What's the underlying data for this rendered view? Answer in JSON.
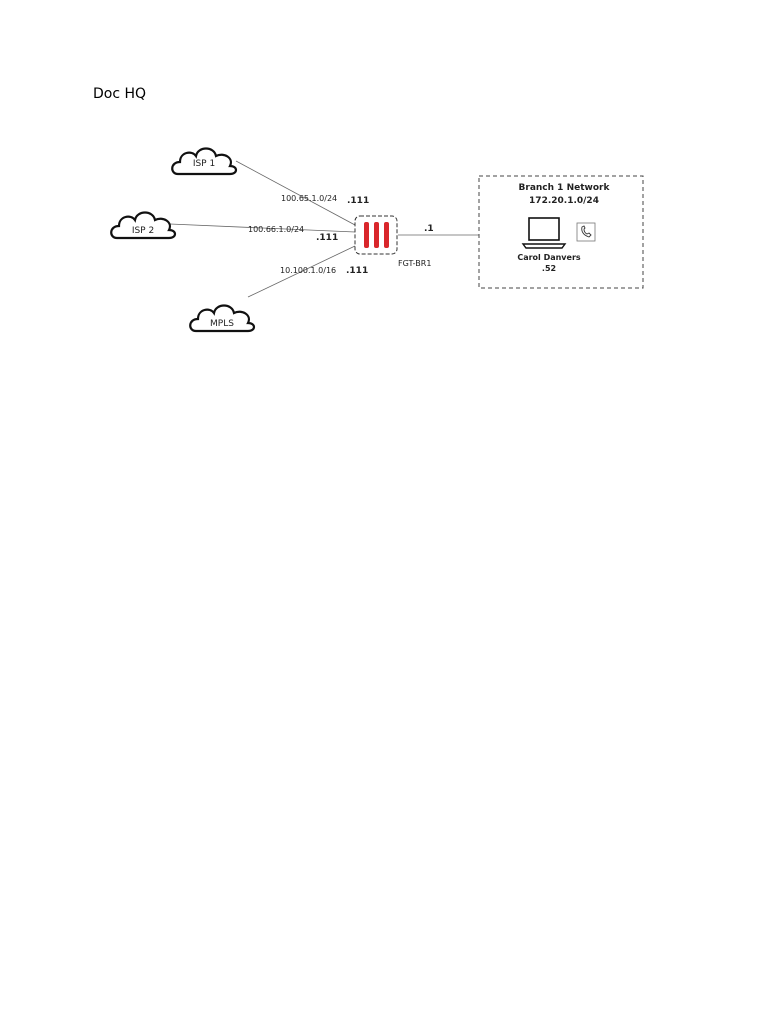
{
  "doc": {
    "title": "Doc HQ"
  },
  "diagram": {
    "clouds": [
      {
        "label": "ISP 1",
        "icon": "cloud-icon"
      },
      {
        "label": "ISP 2",
        "icon": "cloud-icon"
      },
      {
        "label": "MPLS",
        "icon": "cloud-icon"
      }
    ],
    "links": [
      {
        "subnet": "100.65.1.0/24",
        "host": ".111"
      },
      {
        "subnet": "100.66.1.0/24",
        "host": ".111"
      },
      {
        "subnet": "10.100.1.0/16",
        "host": ".111"
      }
    ],
    "firewall": {
      "name": "FGT-BR1",
      "icon": "fortigate-icon",
      "color": "#d9262b"
    },
    "lan_link": {
      "host": ".1"
    },
    "branch": {
      "title": "Branch 1 Network",
      "subnet": "172.20.1.0/24",
      "user_name": "Carol  Danvers",
      "user_host": ".52",
      "icons": [
        "laptop-icon",
        "phone-icon"
      ]
    }
  }
}
